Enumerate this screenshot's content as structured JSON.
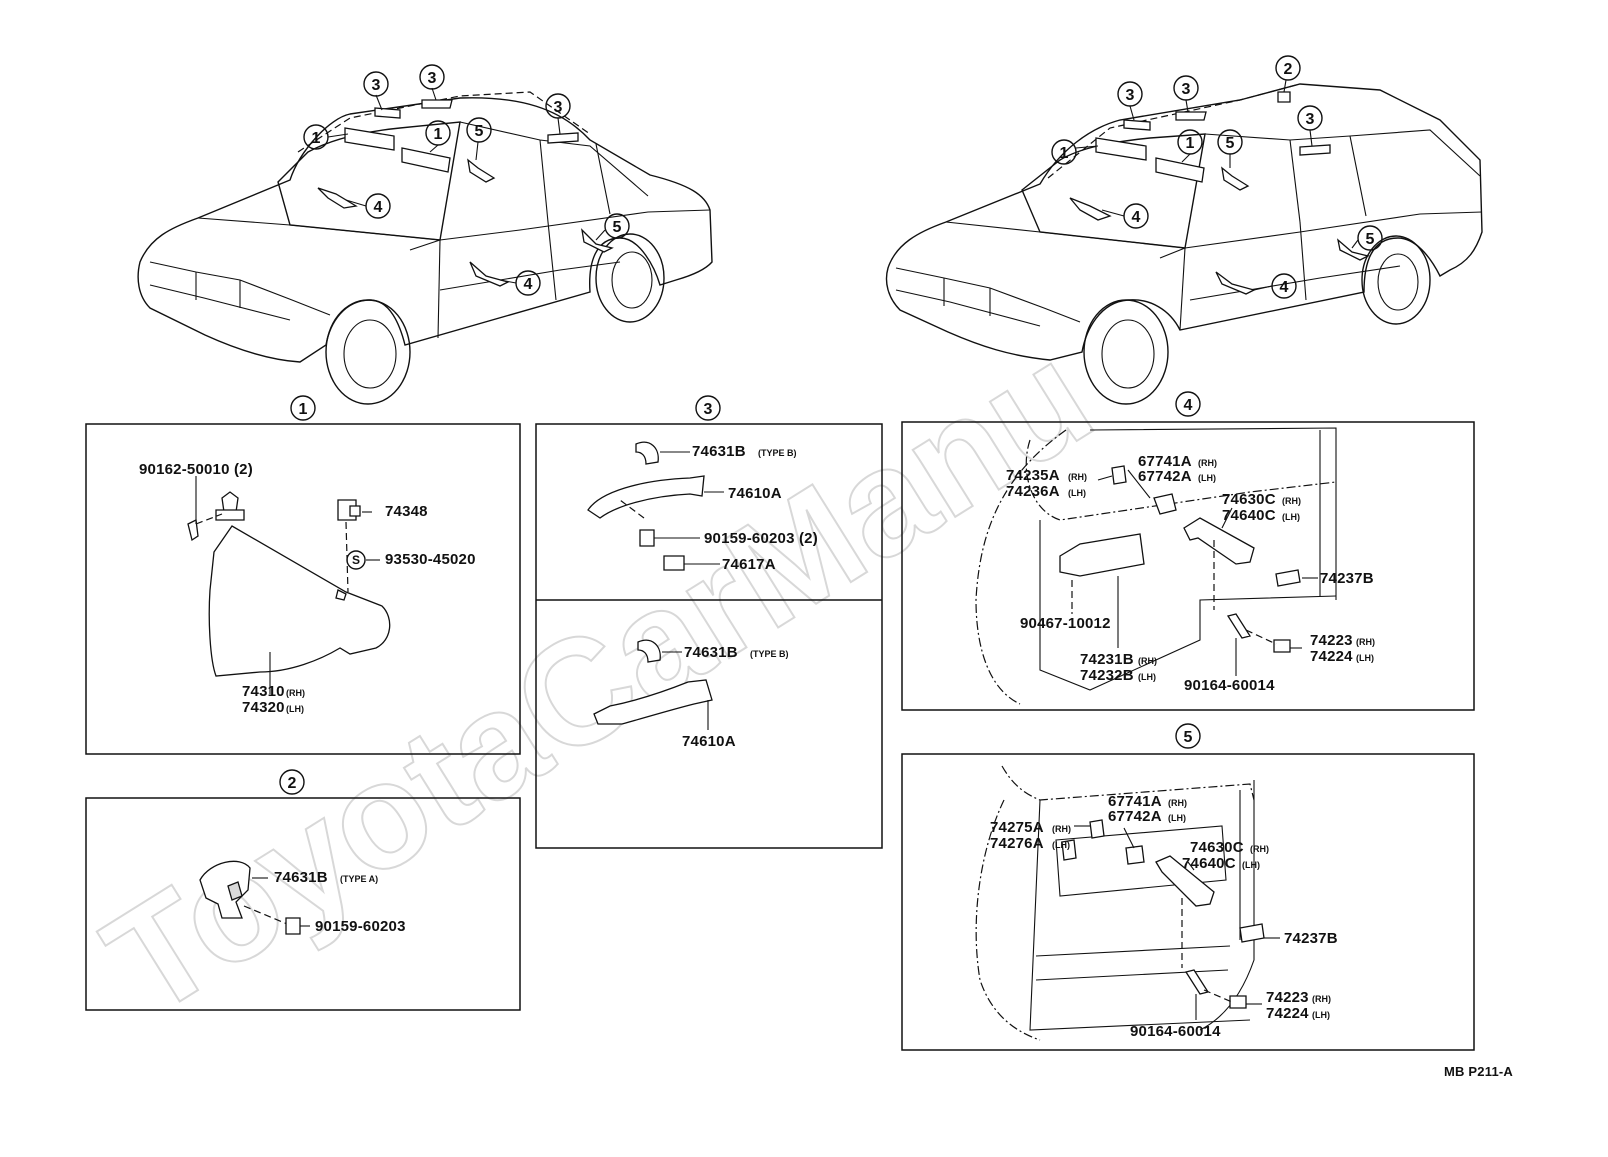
{
  "watermark": "ToyotaCarManu",
  "drawing_code": "MB P211-A",
  "callouts": {
    "c1": "1",
    "c2": "2",
    "c3": "3",
    "c4": "4",
    "c5": "5",
    "s": "S"
  },
  "sections": {
    "s1": {
      "screw_note": "90162-50010 (2)",
      "holder": "74348",
      "clip": "93530-45020",
      "visor_rh": "74310",
      "visor_lh": "74320"
    },
    "s2": {
      "holder": "74631B",
      "holder_type": "(TYPE A)",
      "screw": "90159-60203"
    },
    "s3": {
      "cap_top": "74631B",
      "cap_top_type": "(TYPE B)",
      "grip_top": "74610A",
      "screw": "90159-60203 (2)",
      "cover": "74617A",
      "cap_bottom": "74631B",
      "cap_bottom_type": "(TYPE B)",
      "grip_bottom": "74610A"
    },
    "s4": {
      "bezel_rh": "74235A",
      "bezel_lh": "74236A",
      "esc_rh": "67741A",
      "esc_lh": "67742A",
      "pull_rh": "74630C",
      "pull_lh": "74640C",
      "clip": "74237B",
      "screw_a": "90467-10012",
      "armrest_rh": "74231B",
      "armrest_lh": "74232B",
      "cap_rh": "74223",
      "cap_lh": "74224",
      "screw_b": "90164-60014"
    },
    "s5": {
      "bezel_rh": "74275A",
      "bezel_lh": "74276A",
      "esc_rh": "67741A",
      "esc_lh": "67742A",
      "pull_rh": "74630C",
      "pull_lh": "74640C",
      "clip": "74237B",
      "cap_rh": "74223",
      "cap_lh": "74224",
      "screw": "90164-60014"
    }
  },
  "side_tags": {
    "rh": "(RH)",
    "lh": "(LH)"
  }
}
